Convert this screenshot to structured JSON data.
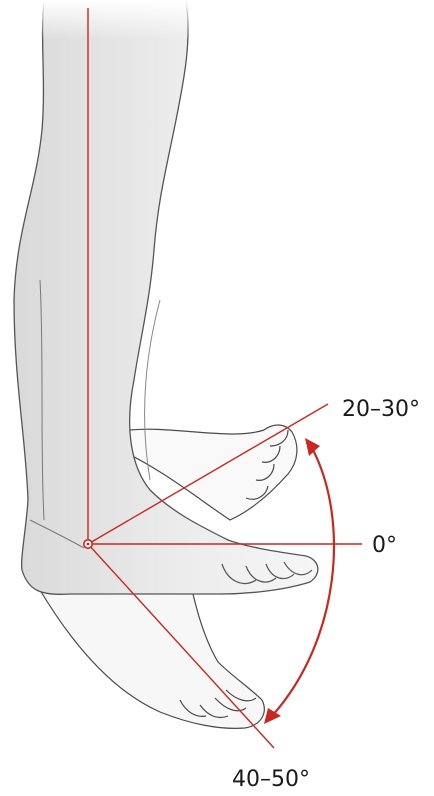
{
  "labels": {
    "dorsiflexion": "20–30°",
    "neutral": "0°",
    "plantarflexion": "40–50°"
  },
  "colors": {
    "axis_red": "#c8281e",
    "outline": "#555555",
    "leg_fill": "#dedede",
    "leg_fill_light": "#f2f2f2",
    "ghost_outline": "#4a4a4a",
    "background": "#ffffff"
  },
  "icons": {
    "pivot": "ankle-pivot-icon",
    "arrow_head": "arrowhead-icon"
  }
}
